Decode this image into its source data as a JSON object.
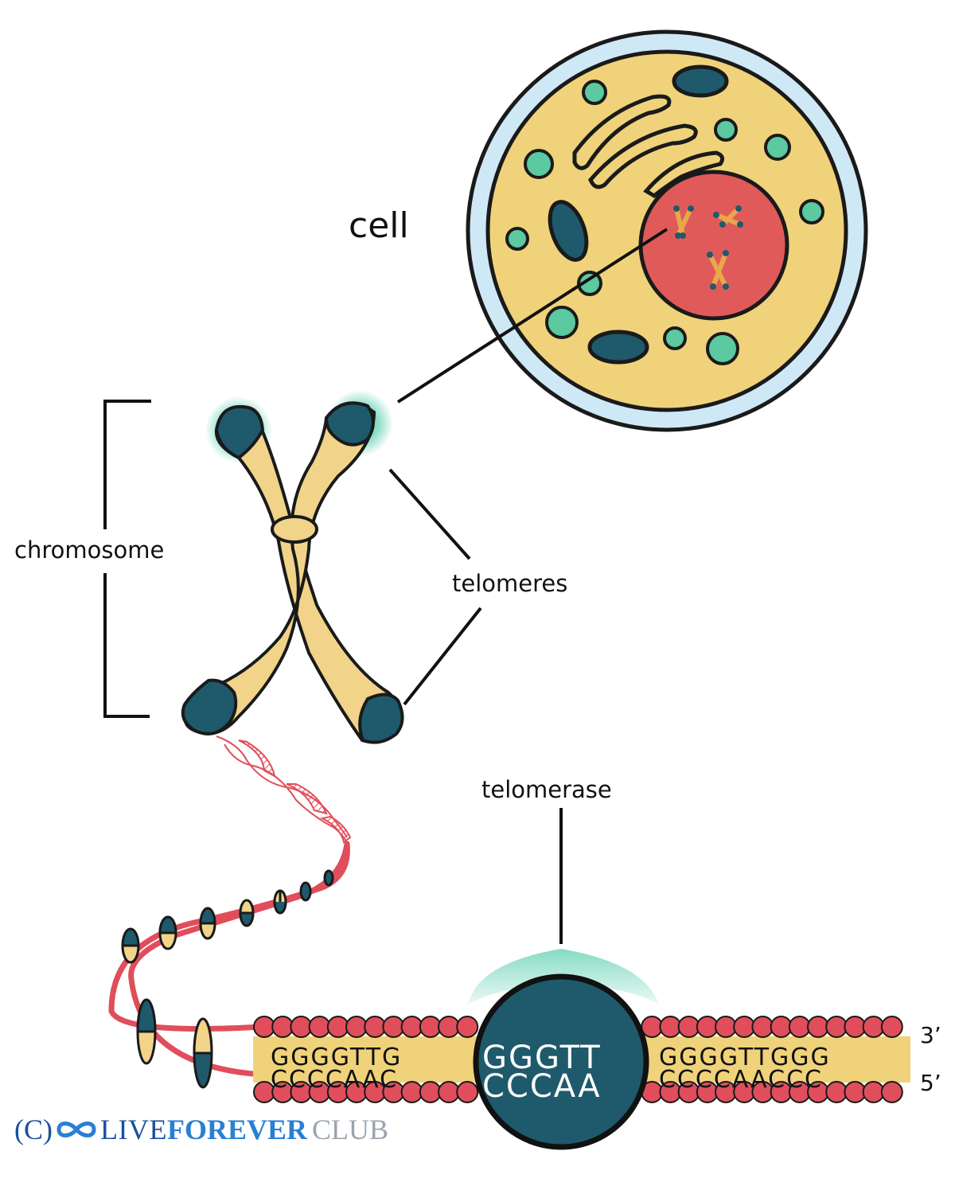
{
  "labels": {
    "cell": "cell",
    "chromosome": "chromosome",
    "telomeres": "telomeres",
    "telomerase": "telomerase",
    "three_prime": "3’",
    "five_prime": "5’"
  },
  "dna_sequence": {
    "top_left": "GGGGTTG",
    "top_center": "GGGTT",
    "top_right": "GGGGTTGGG",
    "bottom_left": "CCCCAAC",
    "bottom_center": "CCCAA",
    "bottom_right": "CCCCAACCC"
  },
  "watermark": {
    "copyright": "(C)",
    "live": "LIVE",
    "forever": "FOREVER",
    "club": "CLUB"
  },
  "colors": {
    "cytoplasm": "#f0d27a",
    "membrane": "#cfe8f5",
    "nucleus": "#e05a5a",
    "organelle_dark": "#1e5a6b",
    "organelle_light": "#5cc9a0",
    "telomere_glow": "#7fd9c0",
    "chromosome_body": "#f1d48a",
    "dna_bead": "#e04e5b",
    "telomerase": "#1e5a6b"
  }
}
